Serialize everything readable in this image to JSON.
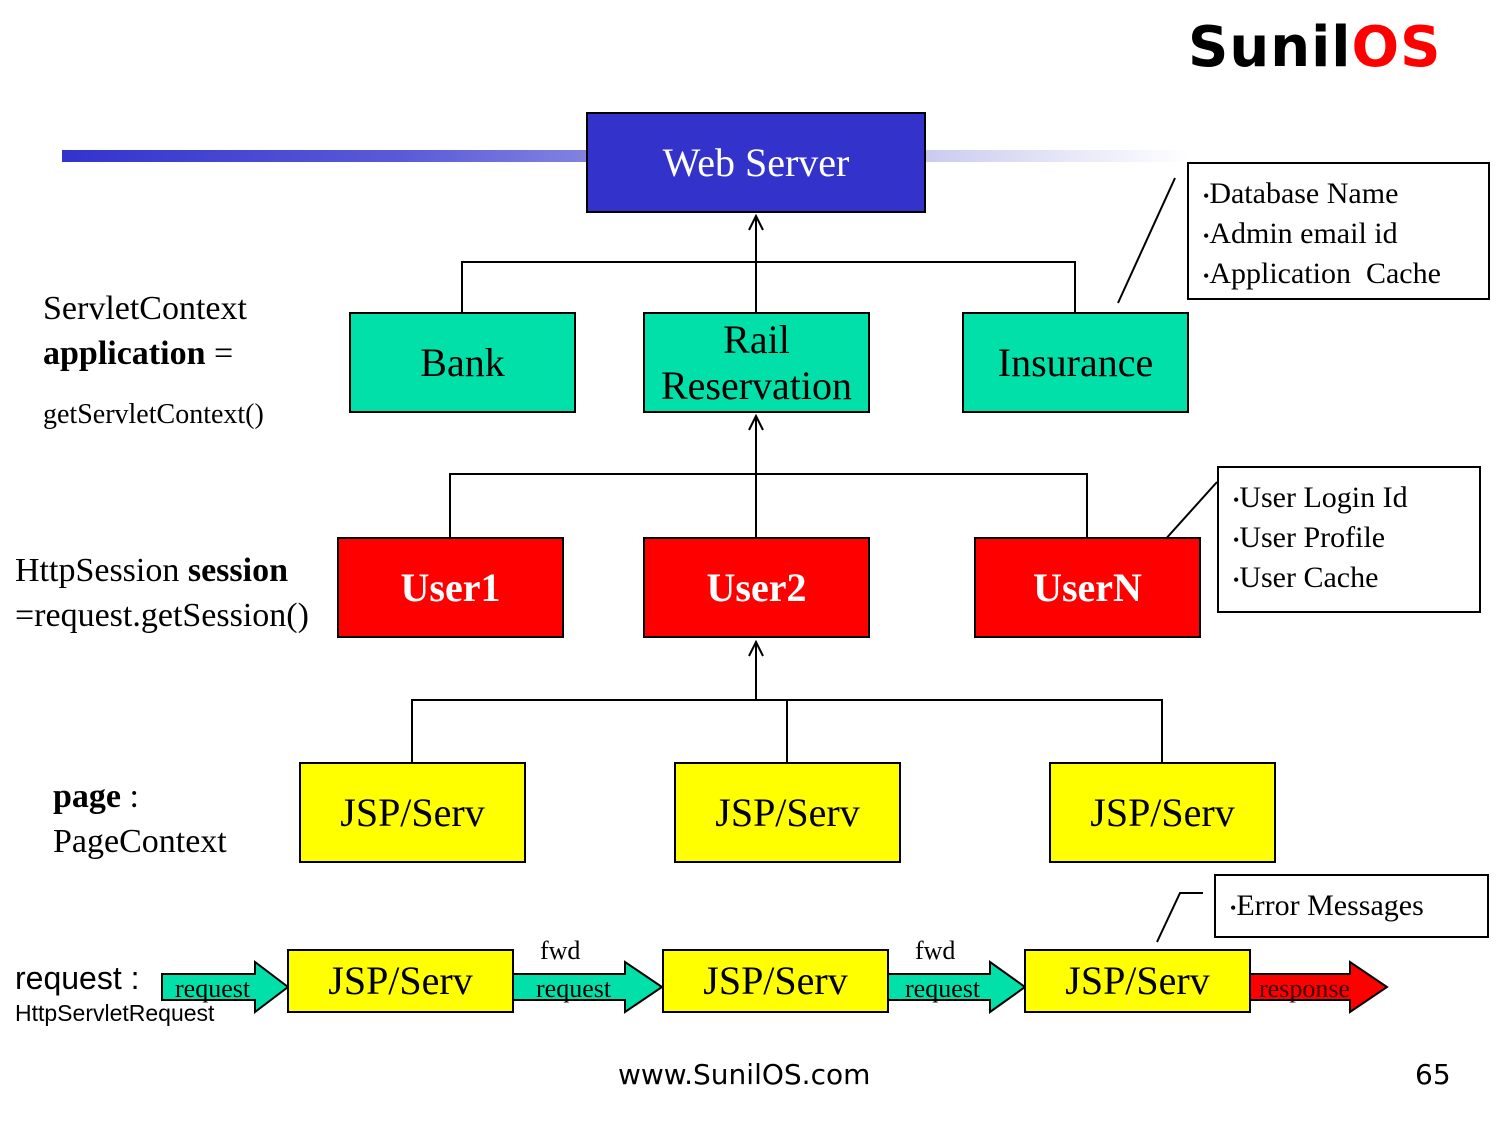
{
  "logo": {
    "text_a": "Sunil",
    "text_b": "OS"
  },
  "nodes": {
    "web_server": "Web Server",
    "bank": "Bank",
    "rail_line1": "Rail",
    "rail_line2": "Reservation",
    "insurance": "Insurance",
    "user1": "User1",
    "user2": "User2",
    "usern": "UserN",
    "jsp1": "JSP/Serv",
    "jsp2": "JSP/Serv",
    "jsp3": "JSP/Serv",
    "req_jsp1": "JSP/Serv",
    "req_jsp2": "JSP/Serv",
    "req_jsp3": "JSP/Serv"
  },
  "notes": {
    "application": [
      "Database Name",
      "Admin email id",
      "Application  Cache"
    ],
    "session": [
      "User Login Id",
      "User Profile",
      "User Cache"
    ],
    "request": [
      "Error Messages"
    ]
  },
  "labels": {
    "servlet_context": "ServletContext",
    "application_bold": "application",
    "application_eq": " =",
    "get_servlet_context": "getServletContext()",
    "http_session": "HttpSession ",
    "session_bold": "session",
    "get_session": "=request.getSession()",
    "page_bold": "page",
    "page_colon": " :",
    "page_context": "PageContext",
    "request_label": "request :",
    "http_servlet_request": "HttpServletRequest"
  },
  "flow": {
    "request_1": "request",
    "fwd_1": "fwd",
    "request_2": "request",
    "fwd_2": "fwd",
    "request_3": "request",
    "response": "response"
  },
  "footer": {
    "url": "www.SunilOS.com",
    "page_number": "65"
  },
  "colors": {
    "web_server": "#3333cc",
    "application_boxes": "#00e0a8",
    "session_boxes": "#ff0000",
    "page_boxes": "#ffff00",
    "forward_arrow": "#00e0a8",
    "response_arrow": "#ff0000",
    "logo_accent": "#ff0000"
  }
}
